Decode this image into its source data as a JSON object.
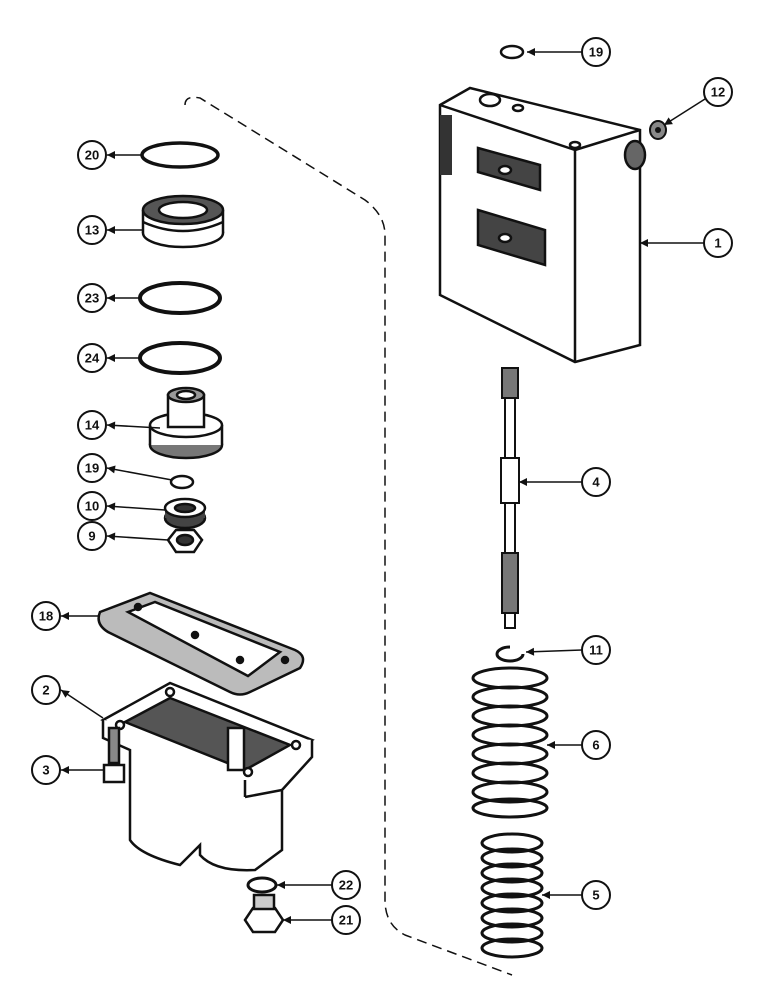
{
  "callouts": [
    {
      "key": "c19a",
      "label": "19"
    },
    {
      "key": "c12",
      "label": "12"
    },
    {
      "key": "c20",
      "label": "20"
    },
    {
      "key": "c13",
      "label": "13"
    },
    {
      "key": "c1",
      "label": "1"
    },
    {
      "key": "c23",
      "label": "23"
    },
    {
      "key": "c24",
      "label": "24"
    },
    {
      "key": "c14",
      "label": "14"
    },
    {
      "key": "c19b",
      "label": "19"
    },
    {
      "key": "c4",
      "label": "4"
    },
    {
      "key": "c10",
      "label": "10"
    },
    {
      "key": "c9",
      "label": "9"
    },
    {
      "key": "c18",
      "label": "18"
    },
    {
      "key": "c11",
      "label": "11"
    },
    {
      "key": "c2",
      "label": "2"
    },
    {
      "key": "c6",
      "label": "6"
    },
    {
      "key": "c3",
      "label": "3"
    },
    {
      "key": "c5",
      "label": "5"
    },
    {
      "key": "c22",
      "label": "22"
    },
    {
      "key": "c21",
      "label": "21"
    }
  ],
  "colors": {
    "ink": "#111111",
    "paper": "#ffffff",
    "shade": "#555555"
  }
}
